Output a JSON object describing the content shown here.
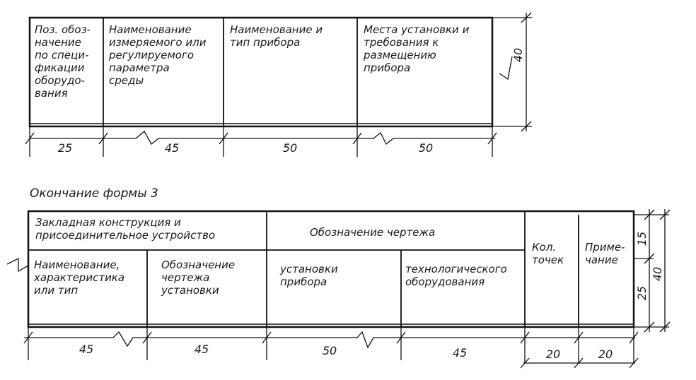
{
  "table1": {
    "columns": [
      {
        "lines": [
          "Поз. обоз-",
          "начение",
          "по специ-",
          "фикации",
          "оборудо-",
          "вания"
        ],
        "width": "25"
      },
      {
        "lines": [
          "Наименование",
          "измеряемого или",
          "регулируемого",
          "параметра",
          "среды"
        ],
        "width": "45"
      },
      {
        "lines": [
          "Наименование и",
          "тип прибора"
        ],
        "width": "50"
      },
      {
        "lines": [
          "Места установки и",
          "требования к",
          "размещению",
          "прибора"
        ],
        "width": "50"
      }
    ],
    "height": "40"
  },
  "caption": "Окончание формы 3",
  "table2": {
    "group1": {
      "lines": [
        "Закладная конструкция и",
        "присоединительное устройство"
      ]
    },
    "group2": {
      "lines": [
        "Обозначение чертежа"
      ]
    },
    "columns": [
      {
        "lines": [
          "Наименование,",
          "характеристика",
          "или тип"
        ],
        "width": "45"
      },
      {
        "lines": [
          "Обозначение",
          "чертежа",
          "установки"
        ],
        "width": "45"
      },
      {
        "lines": [
          "установки",
          "прибора"
        ],
        "width": "50"
      },
      {
        "lines": [
          "технологического",
          "оборудования"
        ],
        "width": "45"
      },
      {
        "lines": [
          "Кол.",
          "точек"
        ],
        "width": "20"
      },
      {
        "lines": [
          "Приме-",
          "чание"
        ],
        "width": "20"
      }
    ],
    "top_height": "15",
    "bottom_height": "25",
    "height": "40"
  }
}
